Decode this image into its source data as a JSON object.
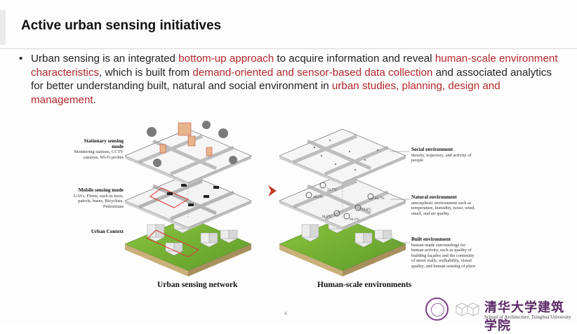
{
  "slide": {
    "title": "Active urban sensing initiatives",
    "bullet": {
      "marker": "•",
      "segments": [
        {
          "text": "Urban sensing is an integrated ",
          "highlight": false
        },
        {
          "text": "bottom-up approach",
          "highlight": true
        },
        {
          "text": " to acquire information and reveal ",
          "highlight": false
        },
        {
          "text": "human-scale environment characteristics",
          "highlight": true
        },
        {
          "text": ", which is built from ",
          "highlight": false
        },
        {
          "text": "demand-oriented and sensor-based data collection",
          "highlight": true
        },
        {
          "text": " and associated analytics for better understanding built, natural and social environment in ",
          "highlight": false
        },
        {
          "text": "urban studies, planning, design and management",
          "highlight": true
        },
        {
          "text": ".",
          "highlight": false
        }
      ]
    },
    "highlight_color": "#b3262b"
  },
  "figure": {
    "left": {
      "caption": "Urban sensing network",
      "labels": [
        {
          "title": "Stationary sensing mode",
          "desc": "Monitoring stations, CCTV cameras, Wi-Fi probes"
        },
        {
          "title": "Mobile sensing mode",
          "desc": "UAVs, Fleets, such as taxis, patrols, buses, Bicyclists, Pedestrians"
        },
        {
          "title": "Urban Context",
          "desc": ""
        }
      ]
    },
    "right": {
      "caption": "Human-scale environments",
      "labels": [
        {
          "title": "Social environment",
          "desc": "density, trajectory, and activity of people"
        },
        {
          "title": "Natural environment",
          "desc": "atmospheric environment such as temperature, humidity, noise, wind, smell, and air quality"
        },
        {
          "title": "Built environment",
          "desc": "human-made surroundings for human activity, such as quality of building façades and the continuity of street walls, walkability, visual quality, and human sensing of place"
        }
      ],
      "readings": [
        "33.7°C",
        "40.1%",
        "83.7%",
        "38.5°C",
        "72.0°C",
        "66.1%"
      ]
    }
  },
  "page_mark": "4",
  "logo": {
    "chinese": "清华大学建筑学院",
    "english": "School of Architecture, Tsinghua University"
  }
}
